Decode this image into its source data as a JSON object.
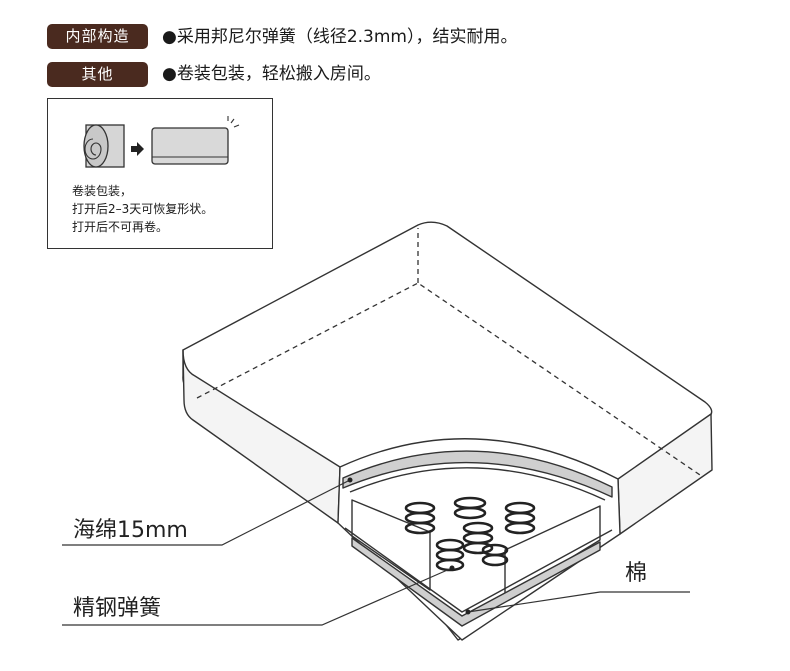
{
  "header": {
    "tag_structure": "内部构造",
    "structure_text": "●采用邦尼尔弹簧（线径2.3mm），结实耐用。",
    "tag_other": "其他",
    "other_text": "●卷装包装，轻松搬入房间。"
  },
  "infobox": {
    "note_line1": "卷装包装，",
    "note_line2": "打开后2–3天可恢复形状。",
    "note_line3": "打开后不可再卷。"
  },
  "labels": {
    "sponge": "海绵15mm",
    "spring": "精钢弹簧",
    "cotton": "棉"
  },
  "colors": {
    "tag_bg": "#4a2a1f",
    "line": "#333333"
  }
}
